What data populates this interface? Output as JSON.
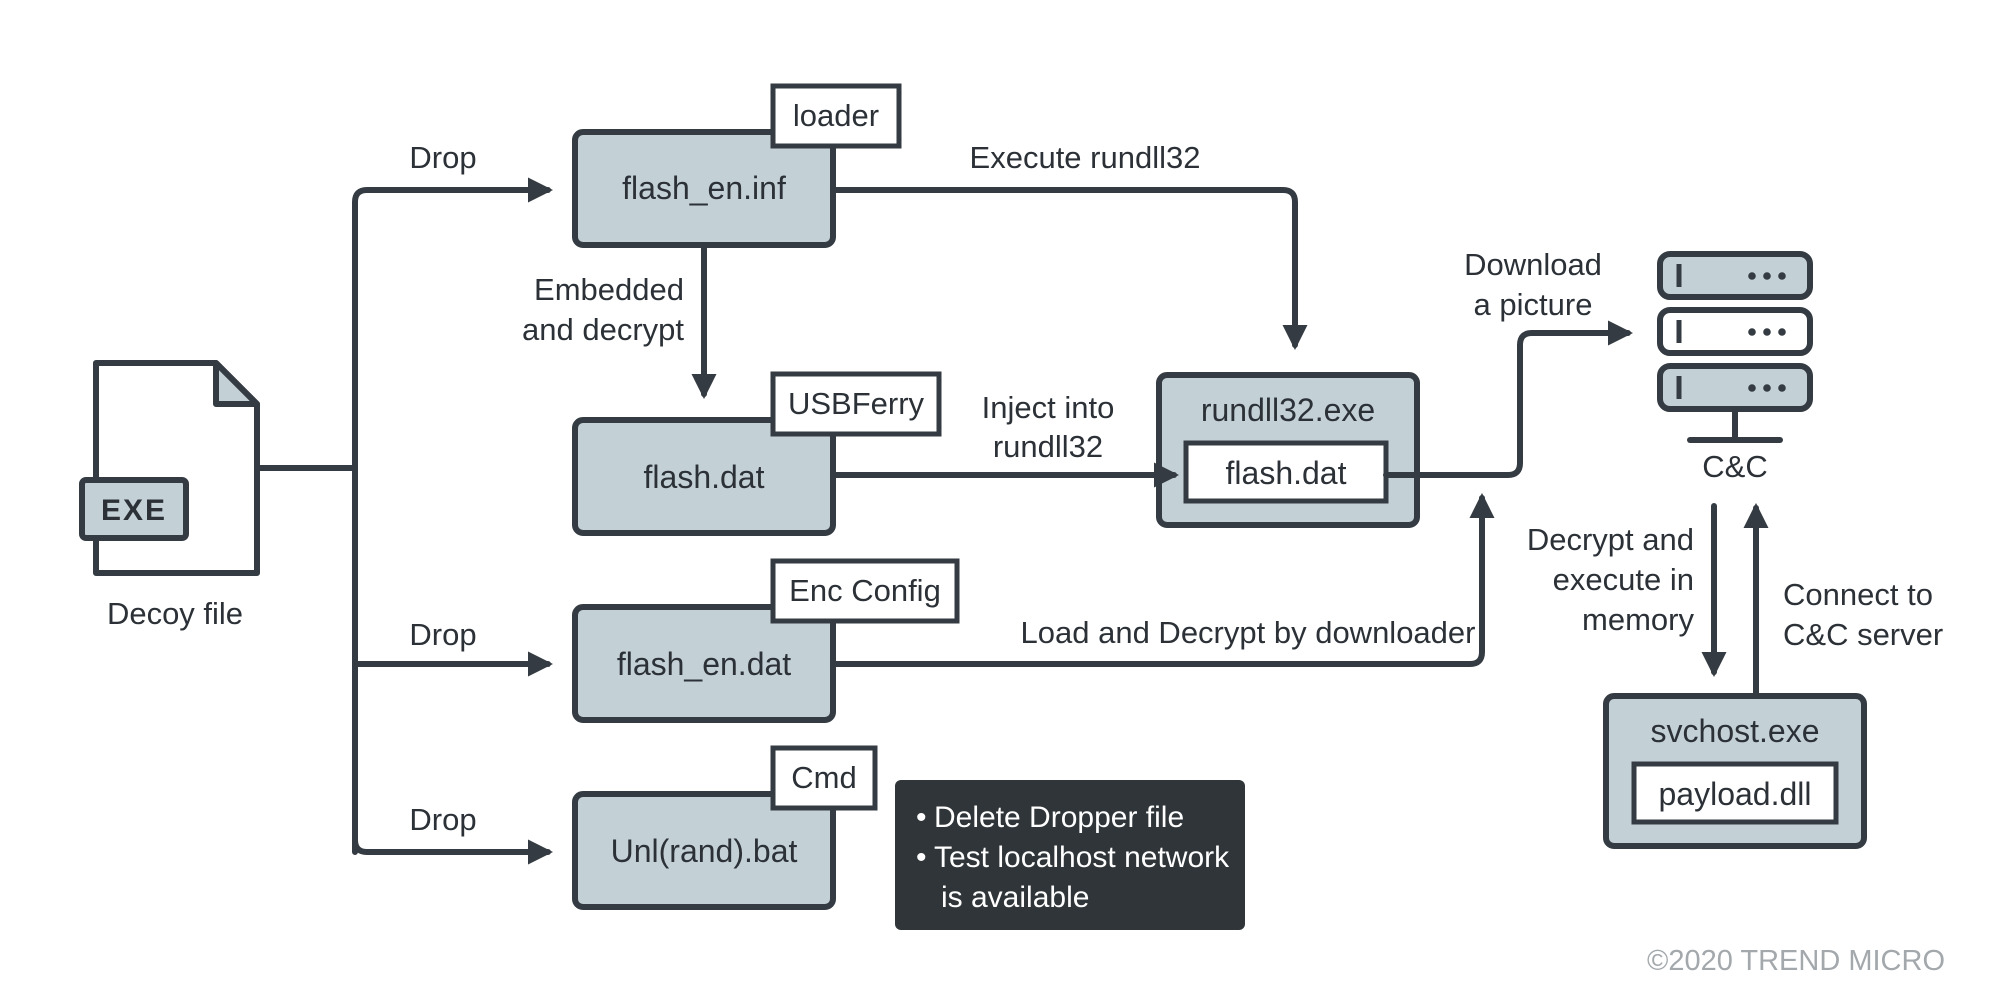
{
  "decoy": {
    "exe_label": "EXE",
    "caption": "Decoy file"
  },
  "edges": {
    "drop_1": "Drop",
    "drop_2": "Drop",
    "drop_3": "Drop",
    "execute": "Execute rundll32",
    "embedded_line1": "Embedded",
    "embedded_line2": "and decrypt",
    "inject_line1": "Inject into",
    "inject_line2": "rundll32",
    "load_decrypt": "Load and Decrypt by downloader",
    "download_line1": "Download",
    "download_line2": "a picture",
    "decrypt_line1": "Decrypt and",
    "decrypt_line2": "execute in",
    "decrypt_line3": "memory",
    "connect_line1": "Connect to",
    "connect_line2": "C&C server"
  },
  "nodes": {
    "flash_en_inf": {
      "label": "flash_en.inf",
      "tag": "loader"
    },
    "flash_dat": {
      "label": "flash.dat",
      "tag": "USBFerry"
    },
    "flash_en_dat": {
      "label": "flash_en.dat",
      "tag": "Enc Config"
    },
    "unl_bat": {
      "label": "Unl(rand).bat",
      "tag": "Cmd"
    },
    "rundll32": {
      "label": "rundll32.exe",
      "inner": "flash.dat"
    },
    "svchost": {
      "label": "svchost.exe",
      "inner": "payload.dll"
    },
    "cnc": {
      "label": "C&C"
    }
  },
  "callout": {
    "bullet_1": "Delete Dropper file",
    "bullet_2_line1": "Test localhost network",
    "bullet_2_line2": "is available"
  },
  "copyright": "©2020 TREND MICRO",
  "colors": {
    "box_fill": "#c3d0d6",
    "stroke": "#343b42",
    "callout_fill": "#2f3538",
    "text": "#2b3137",
    "copyright": "#a3a8ac"
  }
}
